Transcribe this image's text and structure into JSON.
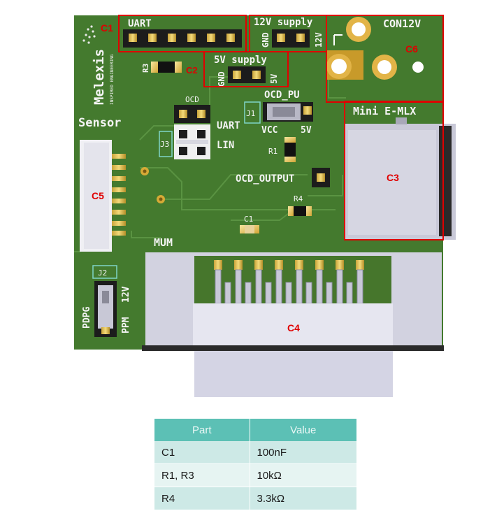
{
  "board": {
    "colors": {
      "pcb": "#447a2e",
      "silkscreen": "#f4f4f4",
      "callout": "#e00000",
      "table_header": "#5cc0b5"
    },
    "silkscreen": {
      "brand": "Melexis",
      "tagline": "INSPIRED ENGINEERING",
      "uart_top": "UART",
      "supply_12v": "12V supply",
      "gnd_12v": "GND",
      "v12_12v": "12V",
      "con12v": "CON12V",
      "supply_5v": "5V supply",
      "gnd_5v": "GND",
      "v5_5v": "5V",
      "r3": "R3",
      "ocd": "OCD",
      "ocd_pu": "OCD_PU",
      "j1": "J1",
      "vcc": "VCC",
      "v5": "5V",
      "sensor": "Sensor",
      "uart": "UART",
      "lin": "LIN",
      "j3": "J3",
      "r1": "R1",
      "ocd_output": "OCD_OUTPUT",
      "mini_emlx": "Mini E-MLX",
      "r4": "R4",
      "c1": "C1",
      "mum": "MUM",
      "j2": "J2",
      "pdpg": "PDPG",
      "ppm": "PPM",
      "v12": "12V"
    },
    "callouts": {
      "c1": "C1",
      "c2": "C2",
      "c3": "C3",
      "c4": "C4",
      "c5": "C5",
      "c6": "C6"
    }
  },
  "parts_table": {
    "headers": [
      "Part",
      "Value"
    ],
    "rows": [
      [
        "C1",
        "100nF"
      ],
      [
        "R1, R3",
        "10kΩ"
      ],
      [
        "R4",
        "3.3kΩ"
      ]
    ]
  }
}
